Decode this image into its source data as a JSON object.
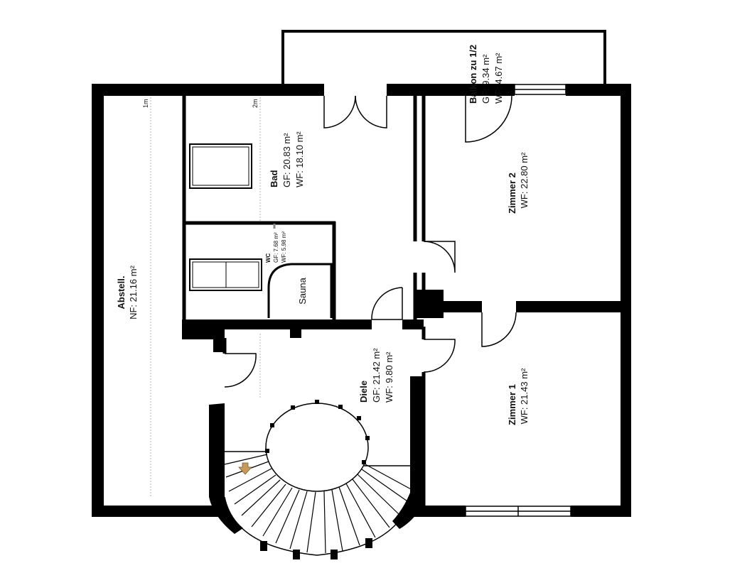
{
  "plan": {
    "wall_color": "#000000",
    "guide_color": "#b4b4b4",
    "arrow_color": "#c79a5c",
    "marks": {
      "one_m": "1m",
      "two_m": "2m"
    },
    "rooms": {
      "abstell": {
        "name": "Abstell.",
        "nf": "NF: 21.16 m²"
      },
      "bad": {
        "name": "Bad",
        "gf": "GF: 20.83 m²",
        "wf": "WF: 18.10 m²"
      },
      "wc": {
        "name": "WC",
        "gf": "GF: 7.68 m²",
        "wf": "WF: 5.98 m²"
      },
      "sauna": {
        "name": "Sauna"
      },
      "balkon": {
        "name": "Balkon zu 1/2",
        "gf": "GF: 9.34 m²",
        "wf": "WF: 4.67 m²"
      },
      "zimmer2": {
        "name": "Zimmer 2",
        "wf": "WF: 22.80 m²"
      },
      "zimmer1": {
        "name": "Zimmer 1",
        "wf": "WF: 21.43 m²"
      },
      "diele": {
        "name": "Diele",
        "gf": "GF: 21.42 m²",
        "wf": "WF: 9.80 m²"
      }
    }
  }
}
